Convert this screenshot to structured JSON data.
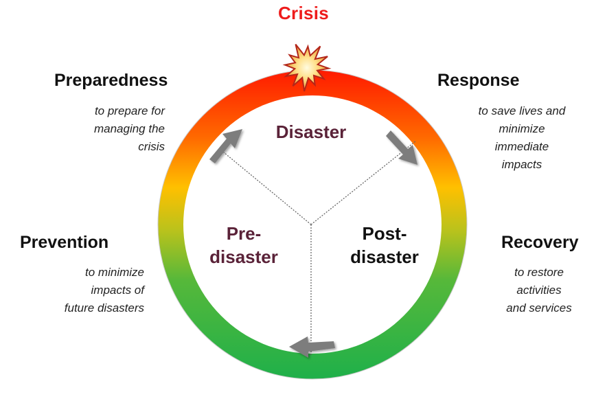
{
  "crisis": {
    "label": "Crisis",
    "color": "#ee1c1c",
    "icon": "burst-icon"
  },
  "phases": {
    "preparedness": {
      "title": "Preparedness",
      "desc": [
        "to prepare for",
        "managing the",
        "crisis"
      ]
    },
    "response": {
      "title": "Response",
      "desc": [
        "to save lives and",
        "minimize",
        "immediate",
        "impacts"
      ]
    },
    "prevention": {
      "title": "Prevention",
      "desc": [
        "to minimize",
        "impacts of",
        "future disasters"
      ]
    },
    "recovery": {
      "title": "Recovery",
      "desc": [
        "to restore",
        "activities",
        "and services"
      ]
    }
  },
  "inner": {
    "disaster": "Disaster",
    "pre_disaster": [
      "Pre-",
      "disaster"
    ],
    "post_disaster": [
      "Post-",
      "disaster"
    ]
  },
  "colors": {
    "ring_top": "#ff1a00",
    "ring_mid": "#ffc400",
    "ring_bottom": "#2fb84a",
    "accent_text": "#5a2238",
    "arrow": "#7d7d7d"
  }
}
